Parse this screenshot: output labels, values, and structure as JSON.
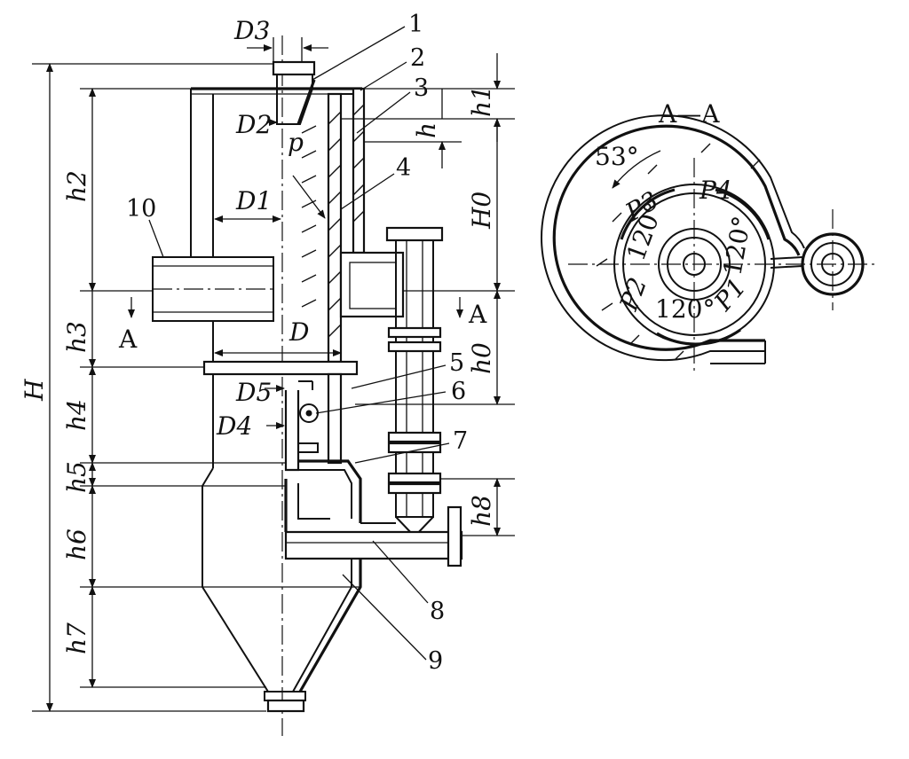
{
  "part_labels": [
    "1",
    "2",
    "3",
    "4",
    "5",
    "6",
    "7",
    "8",
    "9",
    "10"
  ],
  "dimension_labels": {
    "D": "D",
    "D1": "D1",
    "D2": "D2",
    "D3": "D3",
    "D4": "D4",
    "D5": "D5",
    "H": "H",
    "H0": "H0",
    "h": "h",
    "h0": "h0",
    "h1": "h1",
    "h2": "h2",
    "h3": "h3",
    "h4": "h4",
    "h5": "h5",
    "h6": "h6",
    "h7": "h7",
    "h8": "h8",
    "p": "p"
  },
  "section_marker": "A",
  "section_view": {
    "title": "A—A",
    "angle_top": "53°",
    "angle_left": "120°",
    "angle_right": "120°",
    "angle_bottom": "120°",
    "ports": [
      "P1",
      "P2",
      "P3",
      "P4"
    ]
  }
}
